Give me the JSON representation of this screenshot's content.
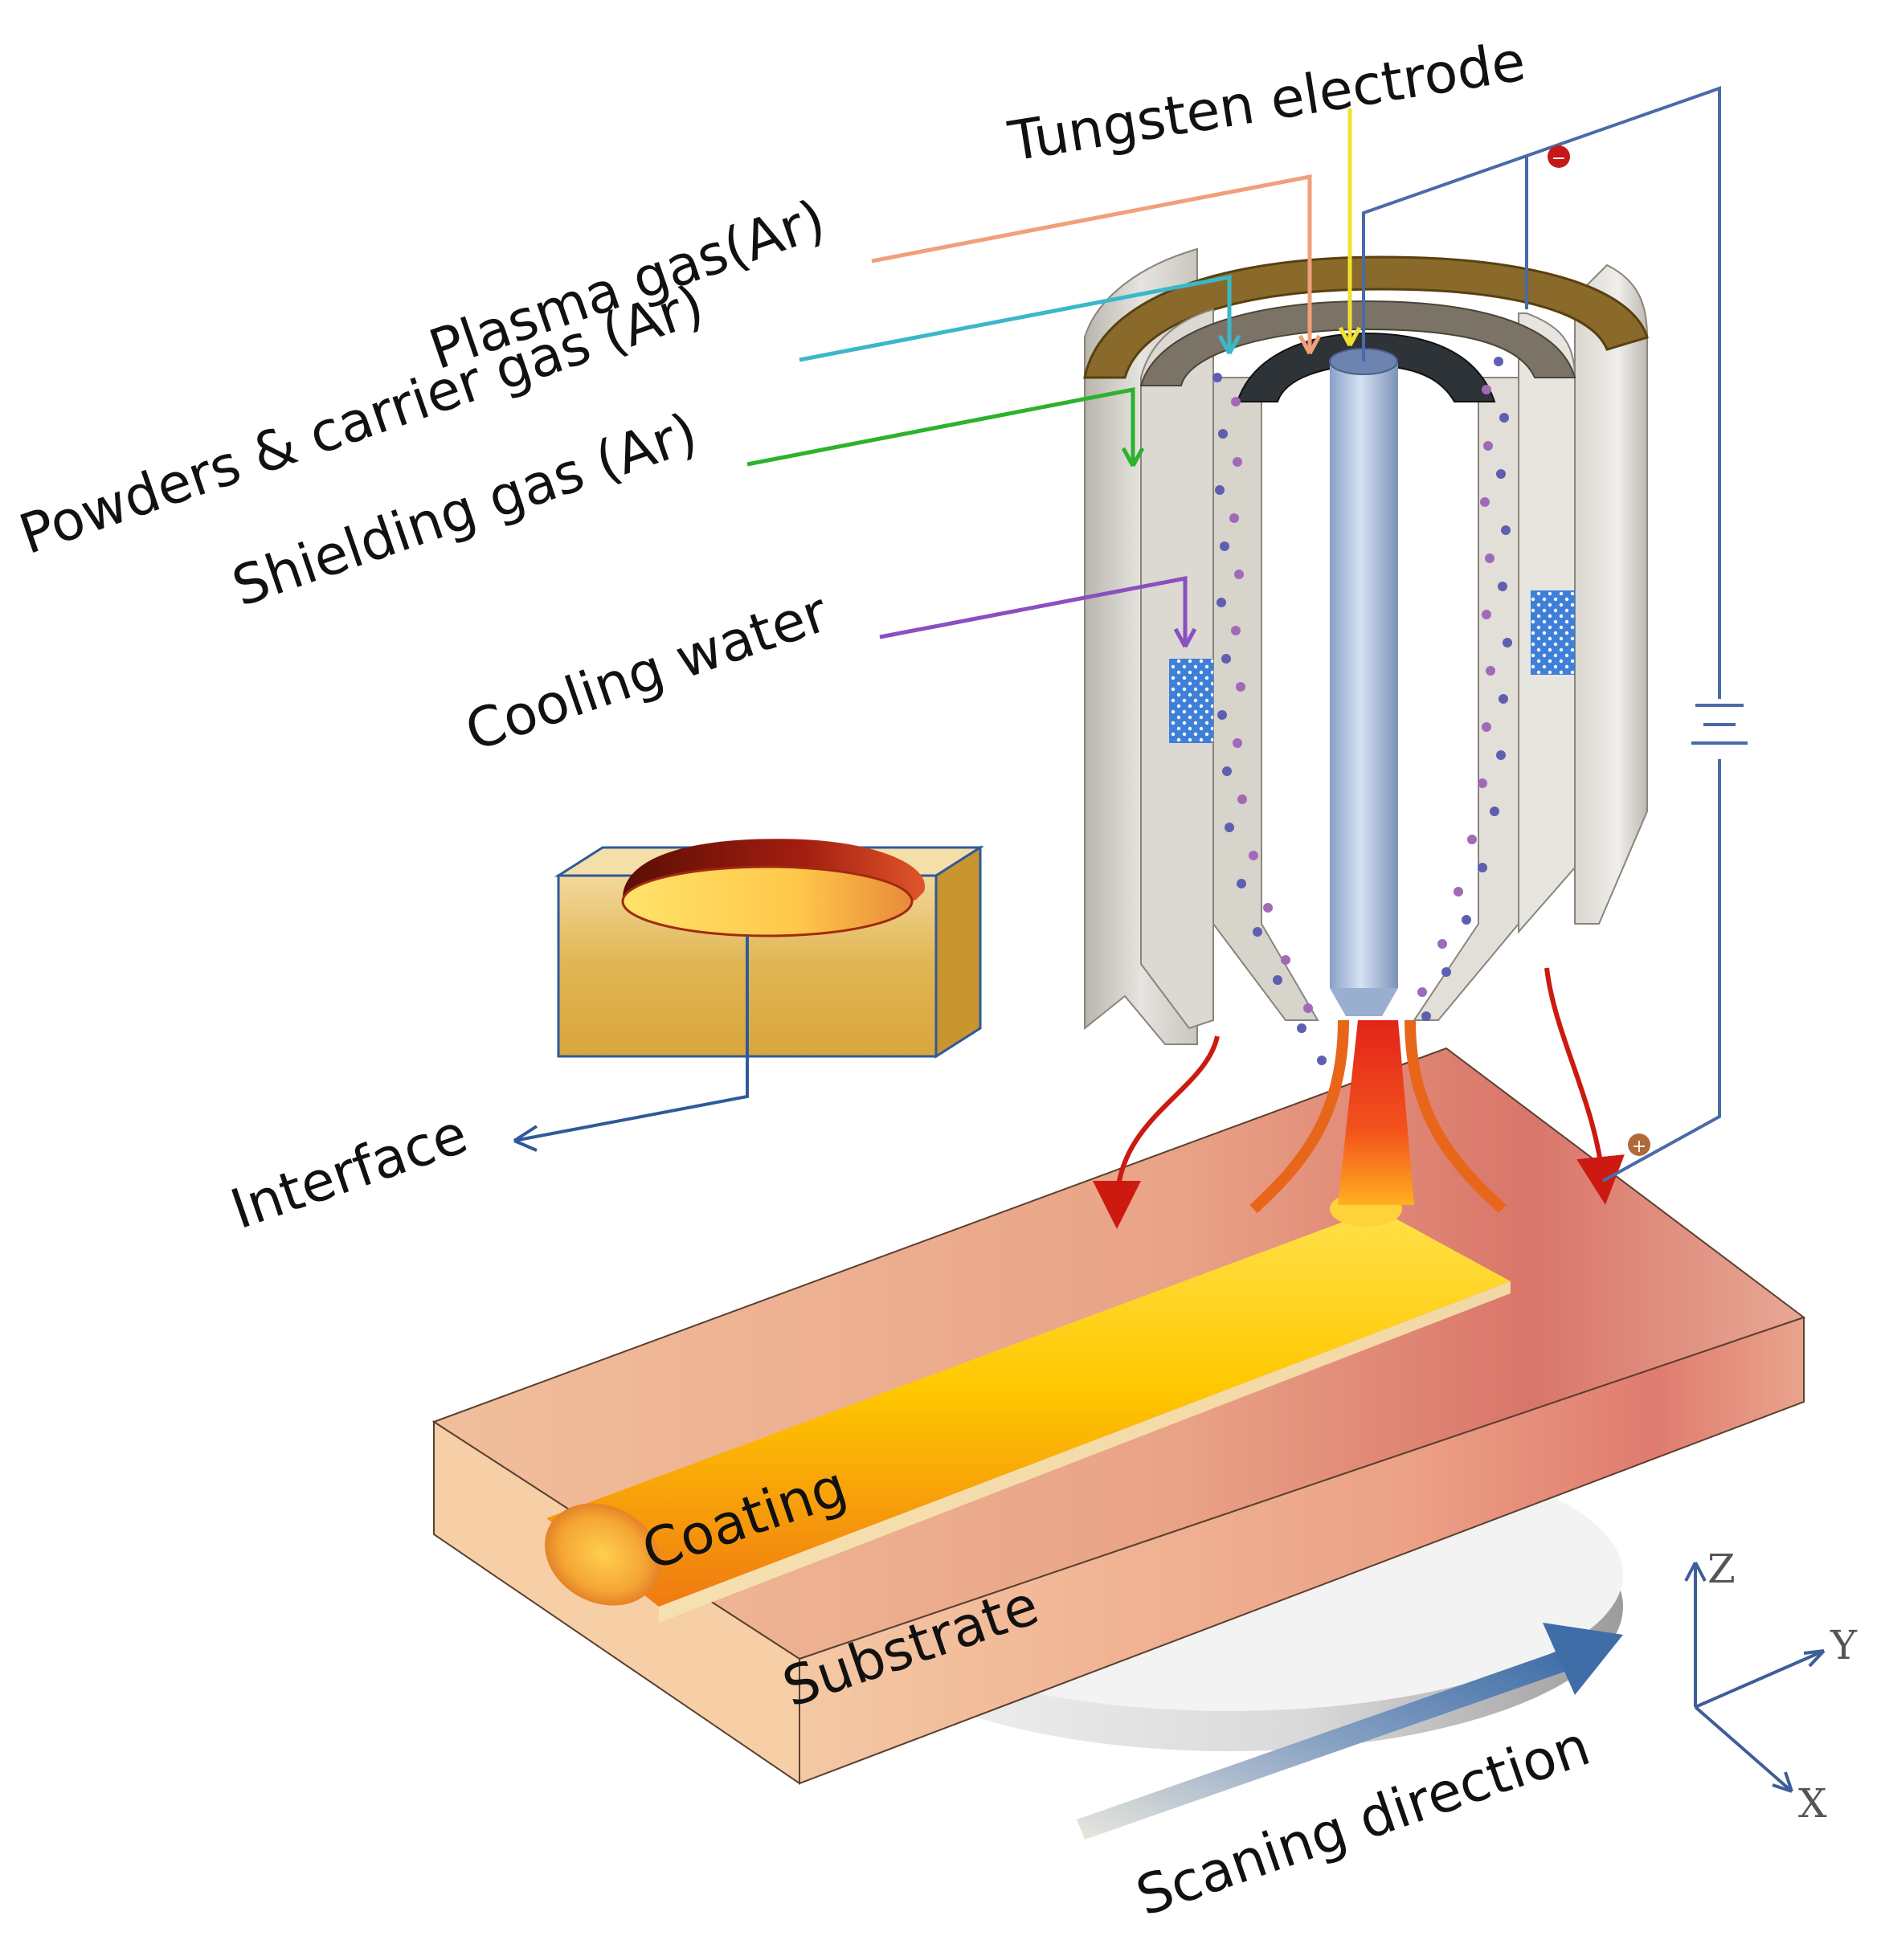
{
  "labels": {
    "tungsten_electrode": "Tungsten electrode",
    "plasma_gas": "Plasma gas(Ar)",
    "powders_carrier_gas": "Powders  &  carrier gas (Ar)",
    "shielding_gas": "Shielding gas (Ar)",
    "cooling_water": "Cooling water",
    "interface": "Interface",
    "coating": "Coating",
    "substrate": "Substrate",
    "scanning_direction": "Scaning direction"
  },
  "axes": {
    "z": "Z",
    "y": "Y",
    "x": "X"
  },
  "power_source": {
    "negative": "−",
    "positive": "+"
  },
  "colors": {
    "plasma_gas_line": "#f0a07a",
    "powders_gas_line": "#3ab8c8",
    "shielding_gas_line": "#2db22d",
    "cooling_water_line": "#8a4fc0",
    "tungsten_line": "#f0e030",
    "circuit_line": "#4a6aa8",
    "interface_line": "#2f5a9a",
    "substrate": "#e8a07e",
    "coating": "#ffc000",
    "heat_arrow": "#cc1a10"
  }
}
